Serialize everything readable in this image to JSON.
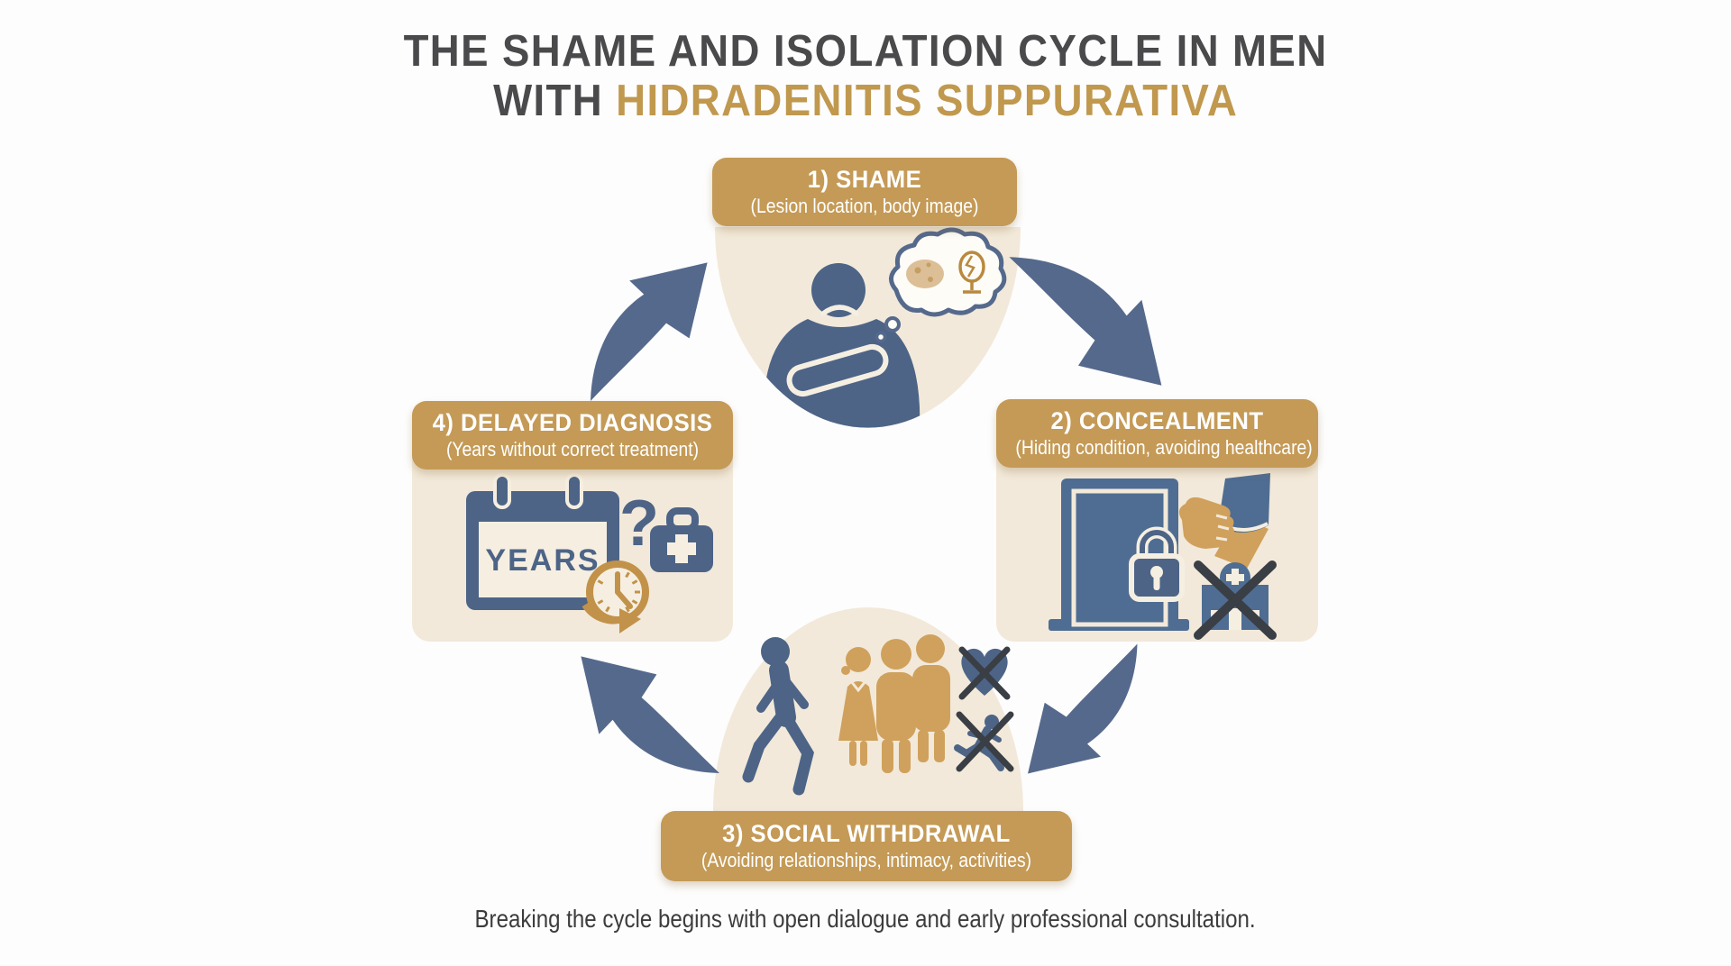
{
  "title": {
    "line1": "THE SHAME AND ISOLATION CYCLE IN MEN",
    "line2_prefix": "WITH ",
    "line2_accent": "HIDRADENITIS SUPPURATIVA"
  },
  "stages": [
    {
      "label": "1) SHAME",
      "sublabel": "(Lesion location, body image)",
      "icons": [
        "sad-person-icon",
        "thought-bubble-icon",
        "skin-lesion-icon",
        "cracked-mirror-icon"
      ]
    },
    {
      "label": "2) CONCEALMENT",
      "sublabel": "(Hiding condition, avoiding healthcare)",
      "icons": [
        "closed-door-icon",
        "padlock-icon",
        "hand-pulling-sleeve-icon",
        "crossed-out-clinic-icon"
      ]
    },
    {
      "label": "3) SOCIAL WITHDRAWAL",
      "sublabel": "(Avoiding relationships, intimacy, activities)",
      "icons": [
        "walking-away-person-icon",
        "people-group-icon",
        "crossed-out-heart-icon",
        "crossed-out-runner-icon"
      ]
    },
    {
      "label": "4) DELAYED DIAGNOSIS",
      "sublabel": "(Years without correct treatment)",
      "icons": [
        "calendar-icon",
        "question-mark-icon",
        "medical-bag-icon",
        "clock-arrow-icon"
      ]
    }
  ],
  "icons": {
    "calendar_text": "YEARS",
    "question_mark": "?"
  },
  "footer": {
    "text": "Breaking the cycle begins with open dialogue and early professional consultation."
  },
  "colors": {
    "gold": "#c49a56",
    "gold-text": "#c0984e",
    "cream": "#f2e9da",
    "blue": "#4d6487",
    "blue-door": "#4f6d92",
    "arrow": "#55698c",
    "x-dark": "#3a3e45",
    "tan": "#d0a15c",
    "title-gray": "#4a4a4c",
    "footer-gray": "#3c3c3c",
    "mirror-gold": "#b9893e",
    "clock-gold": "#c2924a",
    "paper": "#fdfdfd",
    "white-gap": "#f5efe2"
  }
}
